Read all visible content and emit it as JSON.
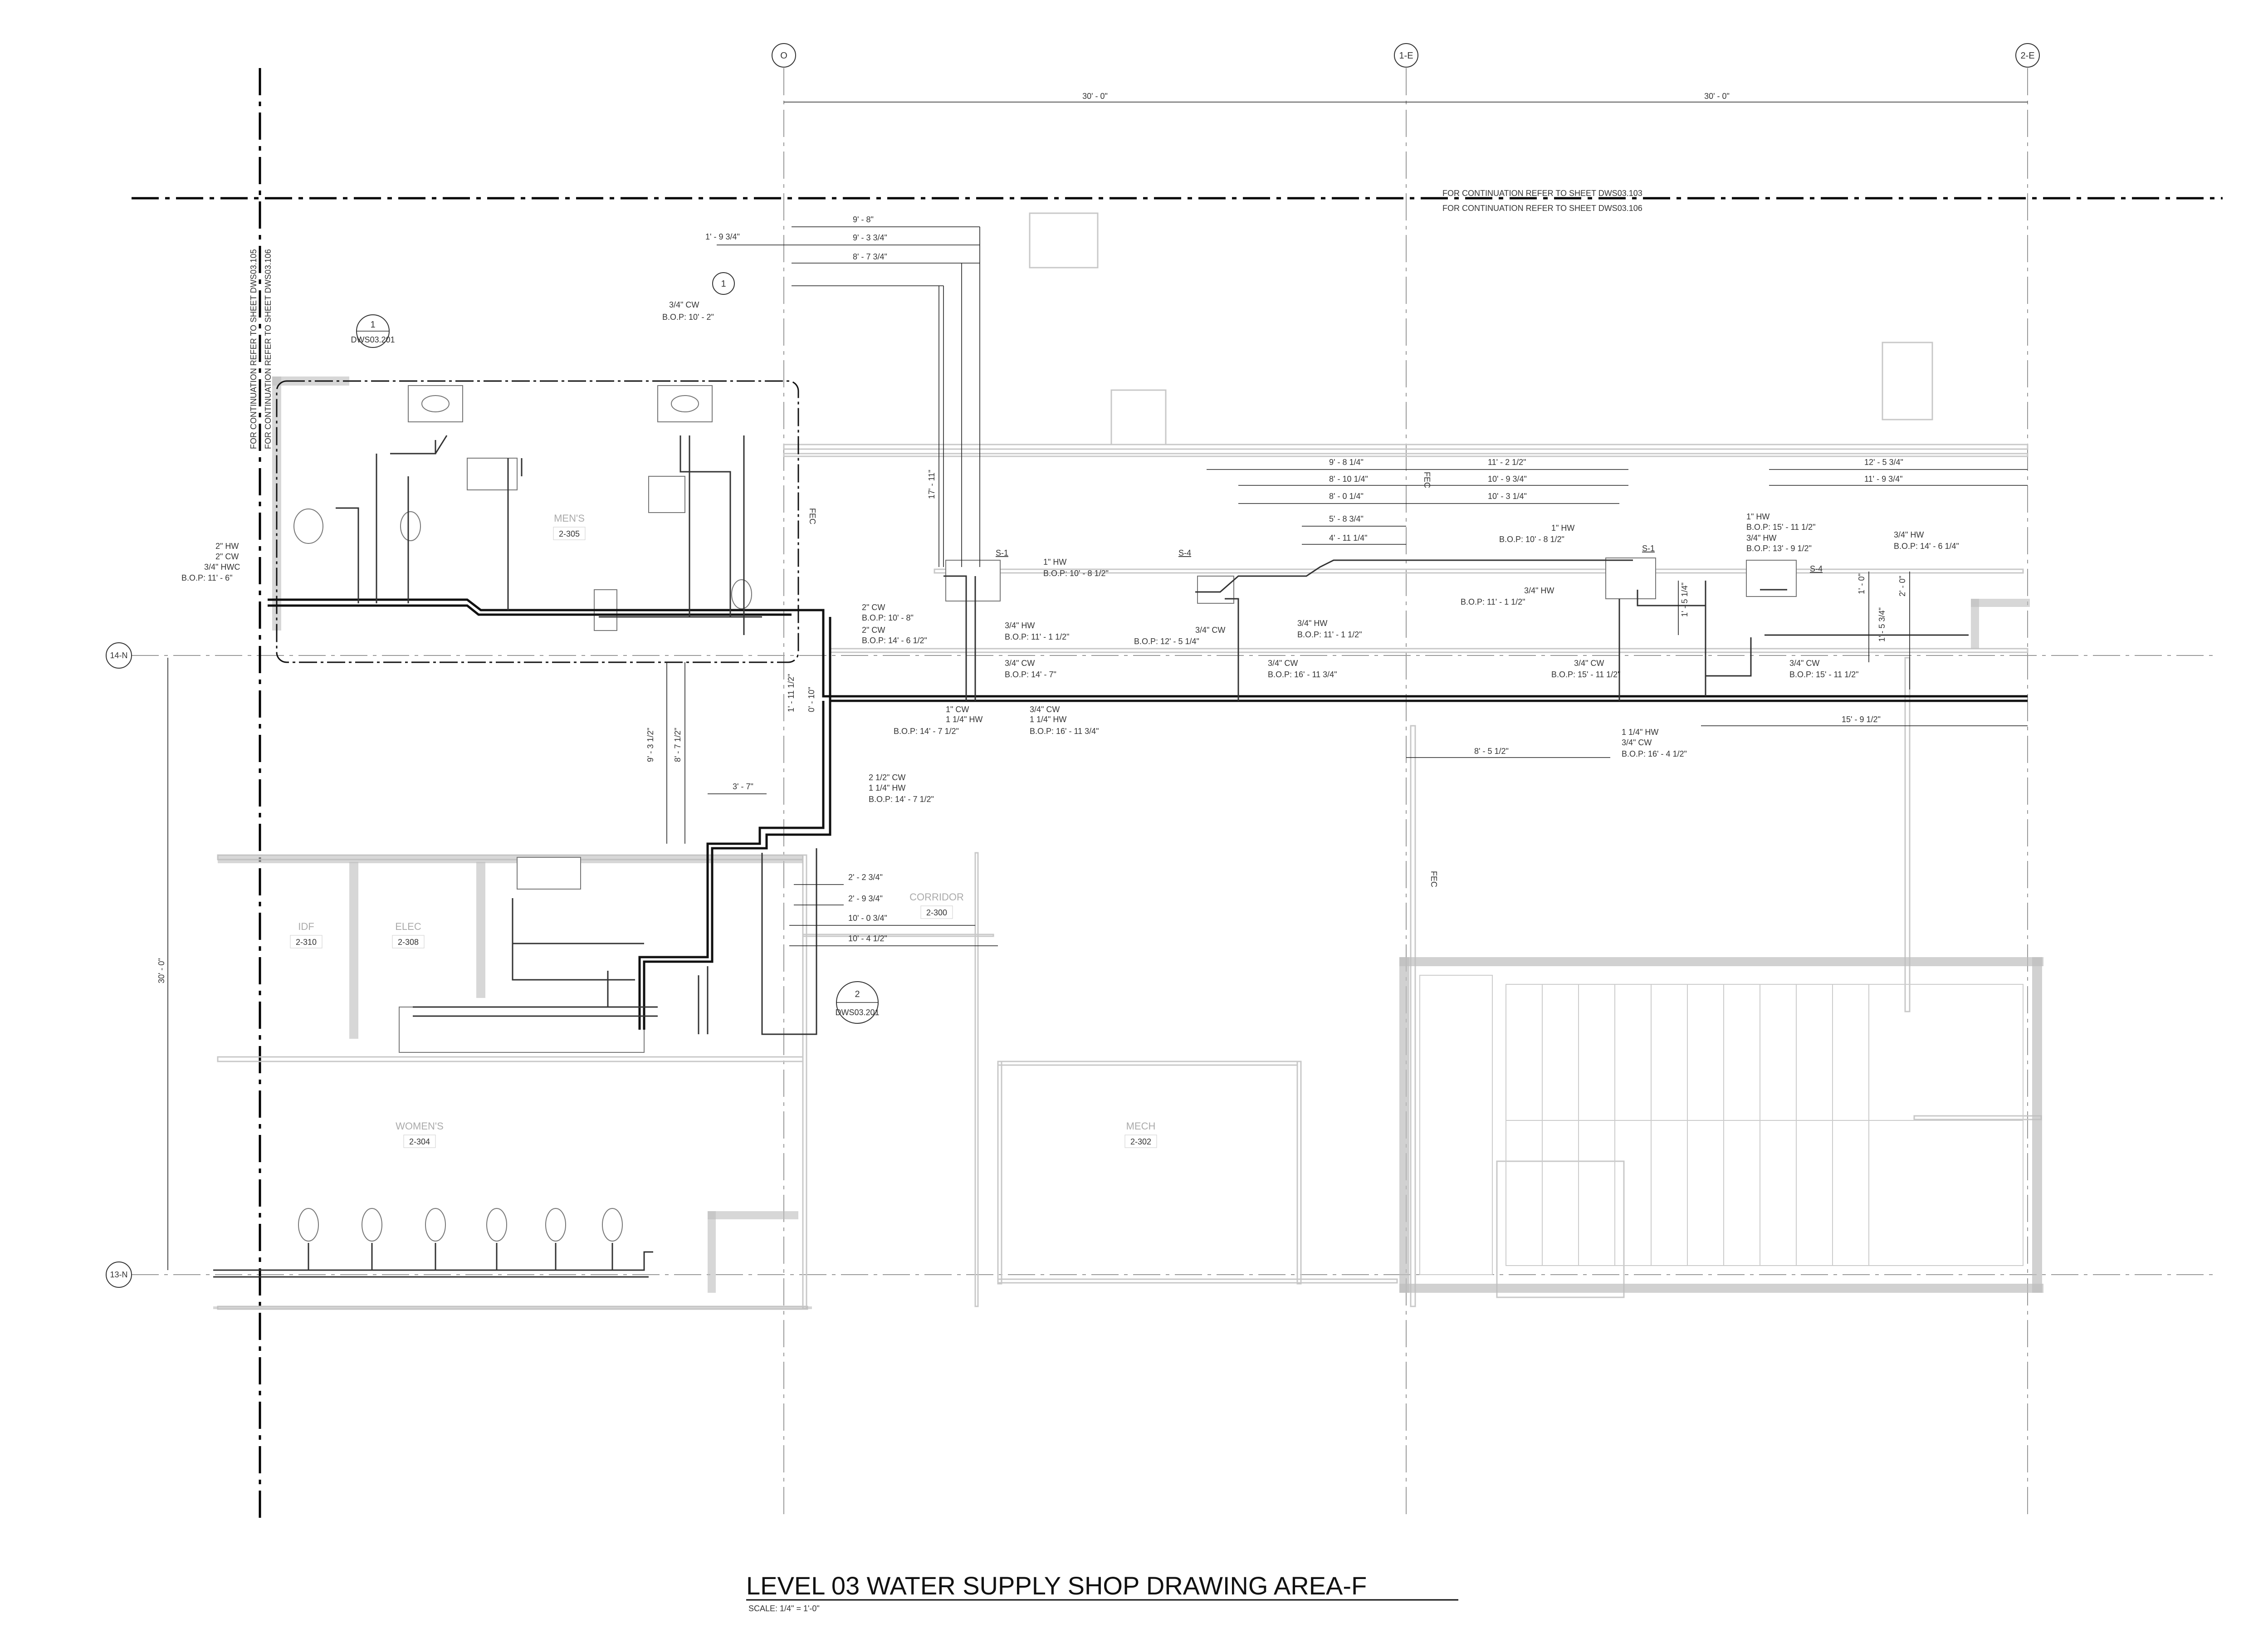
{
  "title": "LEVEL 03 WATER SUPPLY SHOP DRAWING AREA-F",
  "scale": "SCALE:  1/4\" = 1'-0\"",
  "grid_columns": [
    {
      "label": "O"
    },
    {
      "label": "1-E"
    },
    {
      "label": "2-E"
    }
  ],
  "grid_rows": [
    {
      "label": "14-N"
    },
    {
      "label": "13-N"
    }
  ],
  "top_dims": [
    "30' - 0\"",
    "30' - 0\""
  ],
  "left_dim": "30' - 0\"",
  "continuation": {
    "top_line1": "FOR CONTINUATION REFER TO SHEET DWS03.103",
    "top_line2": "FOR CONTINUATION REFER TO SHEET DWS03.106",
    "left_line1": "FOR CONTINUATION REFER TO SHEET DWS03.105",
    "left_line2": "FOR CONTINUATION REFER TO SHEET DWS03.106"
  },
  "detail_bubbles": [
    {
      "num": "1",
      "sheet": "DWS03.201"
    },
    {
      "num": "2",
      "sheet": "DWS03.201"
    },
    {
      "num": "1",
      "sheet": ""
    }
  ],
  "rooms": [
    {
      "name": "MEN'S",
      "num": "2-305"
    },
    {
      "name": "IDF",
      "num": "2-310"
    },
    {
      "name": "ELEC",
      "num": "2-308"
    },
    {
      "name": "CORRIDOR",
      "num": "2-300"
    },
    {
      "name": "WOMEN'S",
      "num": "2-304"
    },
    {
      "name": "MECH",
      "num": "2-302"
    }
  ],
  "fec": [
    "FEC",
    "FEC",
    "FEC"
  ],
  "sinks": [
    "S-1",
    "S-4",
    "S-1",
    "S-4"
  ],
  "dims": {
    "d1": "9' - 8\"",
    "d2": "1' - 9 3/4\"",
    "d3": "9' - 3 3/4\"",
    "d4": "8' - 7 3/4\"",
    "d5": "17' - 11\"",
    "d6": "9' - 8 1/4\"",
    "d7": "8' - 10 1/4\"",
    "d8": "8' - 0 1/4\"",
    "d9": "5' - 8 3/4\"",
    "d10": "4' - 11 1/4\"",
    "d11": "11' - 2 1/2\"",
    "d12": "10' - 9 3/4\"",
    "d13": "10' - 3 1/4\"",
    "d14": "12' - 5 3/4\"",
    "d15": "11' - 9 3/4\"",
    "d16": "1' - 0\"",
    "d17": "2' - 0\"",
    "d18": "1' - 5 3/4\"",
    "d19": "1' - 5 1/4\"",
    "d20": "15' - 9 1/2\"",
    "d21": "8' - 5 1/2\"",
    "d22": "9' - 3 1/2\"",
    "d23": "8' - 7 1/2\"",
    "d24": "3' - 7\"",
    "d25": "1' - 11 1/2\"",
    "d26": "0' - 10\"",
    "d27": "2' - 2 3/4\"",
    "d28": "2' - 9 3/4\"",
    "d29": "10' - 0 3/4\"",
    "d30": "10' - 4 1/2\""
  },
  "labels": {
    "l1a": "3/4\" CW",
    "l1b": "B.O.P: 10' - 2\"",
    "l2a": "2\" HW",
    "l2b": "2\" CW",
    "l2c": "3/4\" HWC",
    "l2d": "B.O.P: 11' - 6\"",
    "l3a": "2\" CW",
    "l3b": "B.O.P: 10' - 8\"",
    "l3c": "2\" CW",
    "l3d": "B.O.P: 14' - 6 1/2\"",
    "l4a": "1\" HW",
    "l4b": "B.O.P: 10' - 8 1/2\"",
    "l5a": "3/4\" HW",
    "l5b": "B.O.P: 11' - 1 1/2\"",
    "l6a": "3/4\" CW",
    "l6b": "B.O.P: 14' - 7\"",
    "l7a": "1\" CW",
    "l7b": "1 1/4\" HW",
    "l7c": "B.O.P: 14' - 7 1/2\"",
    "l8a": "3/4\" CW",
    "l8b": "1 1/4\" HW",
    "l8c": "B.O.P: 16' - 11 3/4\"",
    "l9a": "3/4\" CW",
    "l9b": "B.O.P: 12' - 5 1/4\"",
    "l10a": "3/4\" HW",
    "l10b": "B.O.P: 11' - 1 1/2\"",
    "l11a": "3/4\" CW",
    "l11b": "B.O.P: 16' - 11 3/4\"",
    "l12a": "1\" HW",
    "l12b": "B.O.P: 10' - 8 1/2\"",
    "l13a": "3/4\" HW",
    "l13b": "B.O.P: 11' - 1 1/2\"",
    "l14a": "3/4\" CW",
    "l14b": "B.O.P: 15' - 11 1/2\"",
    "l15a": "1 1/4\" HW",
    "l15b": "3/4\" CW",
    "l15c": "B.O.P: 16' - 4 1/2\"",
    "l16a": "1\" HW",
    "l16b": "B.O.P: 15' - 11 1/2\"",
    "l16c": "3/4\" HW",
    "l16d": "B.O.P: 13' - 9 1/2\"",
    "l17a": "3/4\" HW",
    "l17b": "B.O.P: 14' - 6 1/4\"",
    "l18a": "3/4\" CW",
    "l18b": "B.O.P: 15' - 11 1/2\"",
    "l19a": "2 1/2\" CW",
    "l19b": "1 1/4\" HW",
    "l19c": "B.O.P: 14' - 7 1/2\""
  }
}
